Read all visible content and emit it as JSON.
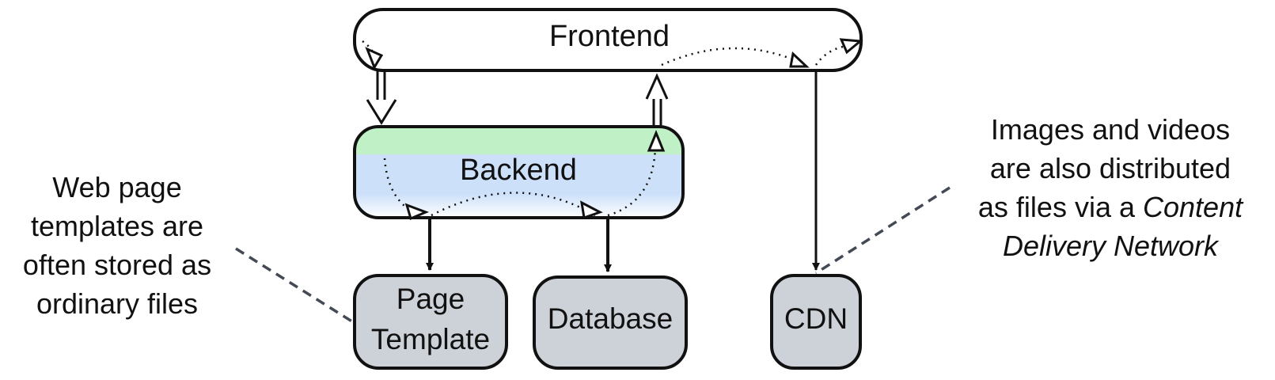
{
  "nodes": {
    "frontend": "Frontend",
    "backend": "Backend",
    "page_template": [
      "Page",
      "Template"
    ],
    "database": "Database",
    "cdn": "CDN"
  },
  "notes": {
    "left": [
      "Web page",
      "templates are",
      "often stored as",
      "ordinary files"
    ],
    "right_lines": [
      "Images and videos",
      "are also distributed"
    ],
    "right_line3_prefix": "as files via a ",
    "right_line3_italic": "Content",
    "right_line4_italic": "Delivery Network"
  },
  "colors": {
    "node_border": "#111111",
    "storage_fill": "#cdd1d8",
    "backend_green": "#c0f0c6",
    "backend_blue": "#cde0fa",
    "note_leader": "#444a55"
  }
}
